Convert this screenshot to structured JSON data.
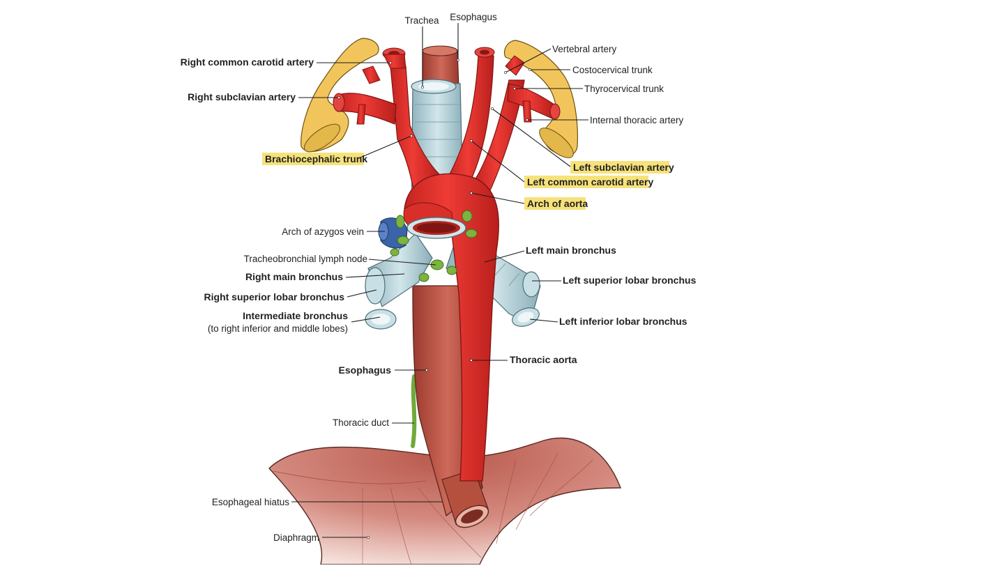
{
  "labels": {
    "trachea": "Trachea",
    "esophagus_top": "Esophagus",
    "vertebral_artery": "Vertebral artery",
    "costocervical_trunk": "Costocervical trunk",
    "thyrocervical_trunk": "Thyrocervical trunk",
    "internal_thoracic_artery": "Internal thoracic artery",
    "right_common_carotid_artery": "Right common carotid artery",
    "right_subclavian_artery": "Right subclavian artery",
    "brachiocephalic_trunk": "Brachiocephalic trunk",
    "left_subclavian_artery": "Left subclavian artery",
    "left_common_carotid_artery": "Left common carotid artery",
    "arch_of_aorta": "Arch of aorta",
    "arch_of_azygos_vein": "Arch of azygos vein",
    "tracheobronchial_lymph_node": "Tracheobronchial lymph node",
    "right_main_bronchus": "Right main bronchus",
    "right_superior_lobar_bronchus": "Right superior lobar bronchus",
    "intermediate_bronchus": "Intermediate bronchus",
    "intermediate_bronchus_note": "(to right inferior and middle lobes)",
    "left_main_bronchus": "Left main bronchus",
    "left_superior_lobar_bronchus": "Left superior lobar bronchus",
    "left_inferior_lobar_bronchus": "Left inferior lobar bronchus",
    "esophagus_mid": "Esophagus",
    "thoracic_aorta": "Thoracic aorta",
    "thoracic_duct": "Thoracic duct",
    "esophageal_hiatus": "Esophageal hiatus",
    "diaphragm": "Diaphragm"
  },
  "colors": {
    "artery": "#e0302c",
    "artery_dark": "#b51e1c",
    "esophagus": "#c2584a",
    "esophagus_dark": "#8e3228",
    "trachea": "#b9d7de",
    "trachea_dark": "#7ea3ad",
    "clavicle": "#f2c55c",
    "azygos": "#3a63a8",
    "lymph": "#7cb342",
    "diaphragm": "#c7756a",
    "highlight": "#f6e27a"
  }
}
